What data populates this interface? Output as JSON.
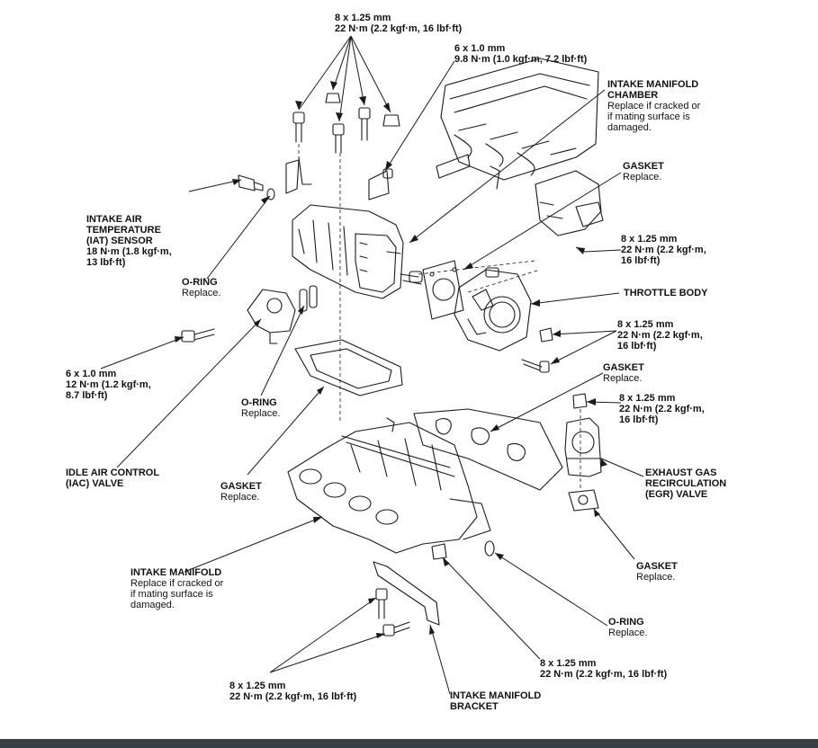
{
  "colors": {
    "line": "#1a1a1a",
    "bottom_bar": "#3a3f47"
  },
  "labels": {
    "top_bolts_spec": {
      "size": "8 x 1.25 mm",
      "torque": "22 N·m (2.2 kgf·m, 16 lbf·ft)"
    },
    "top_bracket_bolt_spec": {
      "size": "6 x 1.0 mm",
      "torque": "9.8 N·m (1.0 kgf·m, 7.2 lbf·ft)"
    },
    "intake_manifold_chamber": {
      "title1": "INTAKE MANIFOLD",
      "title2": "CHAMBER",
      "note1": "Replace if cracked or",
      "note2": "if mating surface is",
      "note3": "damaged."
    },
    "gasket_top": {
      "title": "GASKET",
      "note": "Replace."
    },
    "chamber_bolt_spec": {
      "size": "8 x 1.25 mm",
      "torque1": "22 N·m (2.2 kgf·m,",
      "torque2": "16 lbf·ft)"
    },
    "iat_sensor": {
      "line1": "INTAKE AIR",
      "line2": "TEMPERATURE",
      "line3": "(IAT) SENSOR",
      "torque1": "18 N·m (1.8 kgf·m,",
      "torque2": "13 lbf·ft)"
    },
    "o_ring_iat": {
      "title": "O-RING",
      "note": "Replace."
    },
    "throttle_body": {
      "title": "THROTTLE BODY"
    },
    "throttle_bolt_spec": {
      "size": "8 x 1.25 mm",
      "torque1": "22 N·m (2.2 kgf·m,",
      "torque2": "16 lbf·ft)"
    },
    "iac_bolt_spec": {
      "size": "6 x 1.0 mm",
      "torque1": "12 N·m (1.2 kgf·m,",
      "torque2": "8.7 lbf·ft)"
    },
    "gasket_manifold": {
      "title": "GASKET",
      "note": "Replace."
    },
    "egr_nut_spec": {
      "size": "8 x 1.25 mm",
      "torque1": "22 N·m (2.2 kgf·m,",
      "torque2": "16 lbf·ft)"
    },
    "o_ring_iac": {
      "title": "O-RING",
      "note": "Replace."
    },
    "iac_valve": {
      "line1": "IDLE AIR CONTROL",
      "line2": "(IAC) VALVE"
    },
    "gasket_lower": {
      "title": "GASKET",
      "note": "Replace."
    },
    "egr_valve": {
      "line1": "EXHAUST GAS",
      "line2": "RECIRCULATION",
      "line3": "(EGR) VALVE"
    },
    "gasket_egr": {
      "title": "GASKET",
      "note": "Replace."
    },
    "intake_manifold": {
      "title": "INTAKE MANIFOLD",
      "note1": "Replace if cracked or",
      "note2": "if mating surface is",
      "note3": "damaged."
    },
    "o_ring_egr": {
      "title": "O-RING",
      "note": "Replace."
    },
    "bracket_bolt_spec": {
      "size": "8 x 1.25 mm",
      "torque": "22 N·m (2.2 kgf·m, 16 lbf·ft)"
    },
    "manifold_nut_spec": {
      "size": "8 x 1.25 mm",
      "torque": "22 N·m (2.2 kgf·m, 16 lbf·ft)"
    },
    "manifold_bracket": {
      "line1": "INTAKE MANIFOLD",
      "line2": "BRACKET"
    }
  }
}
